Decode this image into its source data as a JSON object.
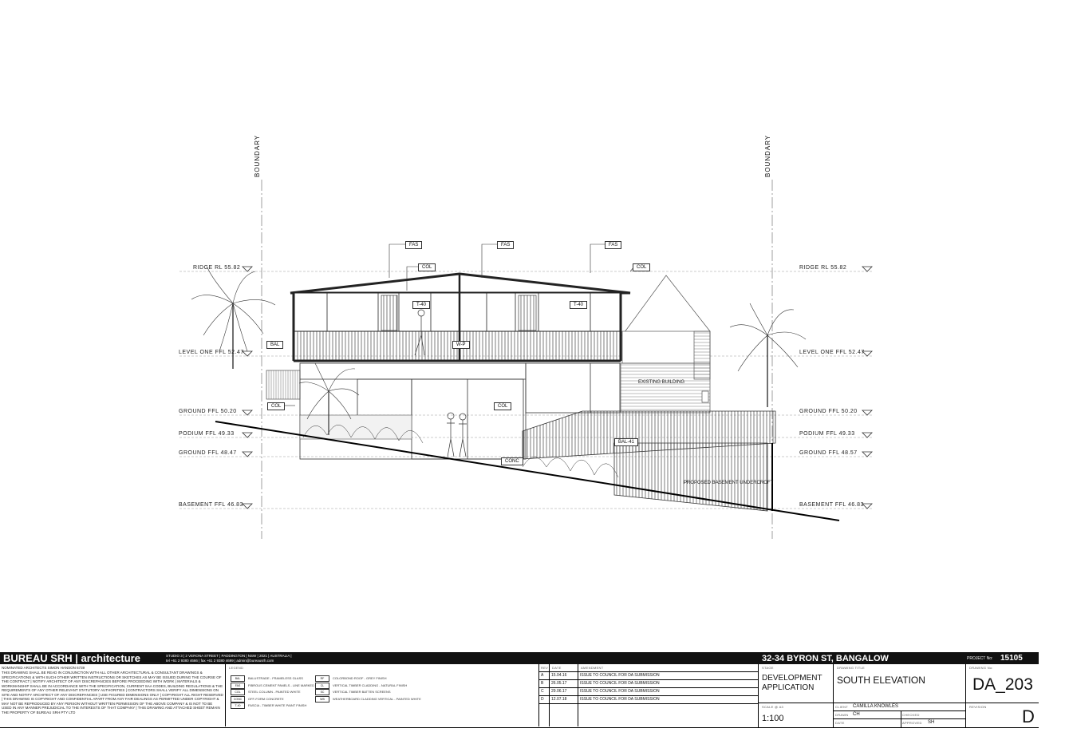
{
  "levels": {
    "ridge": "RIDGE RL 55.82",
    "level_one": "LEVEL ONE FFL 52.47",
    "ground": "GROUND FFL 50.20",
    "podium": "PODIUM FFL 49.33",
    "ground_lower": "GROUND FFL 48.47",
    "basement": "BASEMENT FFL 46.83"
  },
  "levels_right": {
    "ridge": "RIDGE RL 55.82",
    "level_one": "LEVEL ONE FFL 52.47",
    "ground": "GROUND FFL 50.20",
    "podium": "PODIUM FFL 49.33",
    "ground_lower": "GROUND FFL 48.57",
    "basement": "BASEMENT FFL 46.83"
  },
  "boundary_left": "BOUNDARY",
  "boundary_right": "BOUNDARY",
  "tags": {
    "fas1": "FAS",
    "fas2": "FAS",
    "fas3": "FAS",
    "col1": "COL",
    "col2": "COL",
    "col3": "COL",
    "col4": "COL",
    "t40a": "T-40",
    "t40b": "T-40",
    "bal": "BAL",
    "wp": "W-P",
    "bal41": "BAL-41",
    "conc": "CONC"
  },
  "notes": {
    "existing": "EXISTING BUILDING",
    "proposed": "PROPOSED BASEMENT UNDERCROFT"
  },
  "titleblock": {
    "firm_name": "BUREAU SRH | architecture",
    "address": "STUDIO 3 | 2 VERONA STREET | PADDINGTON | NSW | 2021 | AUSTRALIA |",
    "contact": "tel +61 2 9380 4666 | fax +61 2 9380 4699 | admin@bureausrh.com",
    "nominated": "NOMINATED ARCHITECTS SIMON HANSON 6739",
    "disclaimer": "THIS DRAWING SHALL BE READ IN CONJUNCTION WITH ALL OTHER ARCHITECTURAL & CONSULTANT DRAWINGS & SPECIFICATIONS & WITH SUCH OTHER WRITTEN INSTRUCTIONS OR SKETCHES AS MAY BE ISSUED DURING THE COURSE OF THE CONTRACT | NOTIFY ARCHITECT OF ANY DISCREPANCIES BEFORE PROCEEDING WITH WORK | MATERIALS & WORKMANSHIP SHALL BE IN ACCORDANCE WITH THE SPECIFICATION, CURRENT SAA CODES, BUILDING REGULATIONS & THE REQUIREMENTS OF ANY OTHER RELEVANT STATUTORY AUTHORITIES | CONTRACTORS SHALL VERIFY ALL DIMENSIONS ON SITE AND NOTIFY ARCHITECT OF ANY DISCREPANCIES | USE FIGURED DIMENSIONS ONLY | COPYRIGHT ALL RIGHT RESERVED | THIS DRAWING IS COPYRIGHT AND CONFIDENTIAL APART FROM ANY FAIR DEALINGS AS PERMITTED UNDER COPYRIGHT & MAY NOT BE REPRODUCED BY ANY PERSON WITHOUT WRITTEN PERMISSION OF THE ABOVE COMPANY & IS NOT TO BE USED IN ANY MANNER PREJUDICIAL TO THE INTERESTS OF THAT COMPANY | THIS DRAWING AND ATTACHED SHEET REMAIN THE PROPERTY OF BUREAU SRH PTY LTD",
    "legend_title": "LEGEND",
    "legend": [
      {
        "code": "BAL",
        "text": "BALUSTRADE - FRAMELESS GLASS"
      },
      {
        "code": "FAS",
        "text": "FIBROUS CEMENT PANELS - LINE MARKED"
      },
      {
        "code": "COL",
        "text": "STEEL COLUMN - PAINTED WHITE"
      },
      {
        "code": "CONC",
        "text": "OFF-FORM CONCRETE"
      },
      {
        "code": "T-40",
        "text": "FASCIA - TIMBER WHITE PAINT FINISH"
      },
      {
        "code": "RF",
        "text": "COLORBOND ROOF - GREY FINISH"
      },
      {
        "code": "CL",
        "text": "VERTICAL TIMBER CLADDING - NATURAL FINISH"
      },
      {
        "code": "SC",
        "text": "VERTICAL TIMBER BATTEN SCREENS"
      },
      {
        "code": "WB",
        "text": "WEATHERBOARD CLADDING VERTICAL - PAINTED WHITE"
      }
    ],
    "rev_header": {
      "rev": "REV",
      "date": "DATE",
      "amendment": "AMENDMENT"
    },
    "revisions": [
      {
        "rev": "A",
        "date": "15.04.16",
        "amendment": "ISSUE TO COUNCIL FOR DA SUBMISSION"
      },
      {
        "rev": "B",
        "date": "26.05.17",
        "amendment": "ISSUE TO COUNCIL FOR DA SUBMISSION"
      },
      {
        "rev": "C",
        "date": "29.06.17",
        "amendment": "ISSUE TO COUNCIL FOR DA SUBMISSION"
      },
      {
        "rev": "D",
        "date": "12.07.18",
        "amendment": "ISSUE TO COUNCIL FOR DA SUBMISSION"
      }
    ],
    "project_title": "32-34 BYRON ST, BANGALOW",
    "project_no_label": "PROJECT No:",
    "project_no": "15105",
    "stage_label": "STAGE",
    "stage": "DEVELOPMENT APPLICATION",
    "drawing_title_label": "DRAWING TITLE",
    "drawing_title": "SOUTH ELEVATION",
    "drawing_no_label": "DRAWING No:",
    "drawing_no": "DA_203",
    "scale_label": "SCALE @ A3",
    "scale": "1:100",
    "client_label": "CLIENT",
    "client": "CAMILLA KNOWLES",
    "drawn_label": "DRAWN",
    "drawn": "CH",
    "checked_label": "CHECKED",
    "checked": "",
    "date_label": "DATE",
    "date": "",
    "approved_label": "APPROVED",
    "approved": "SH",
    "revision_label": "REVISION",
    "revision": "D"
  }
}
